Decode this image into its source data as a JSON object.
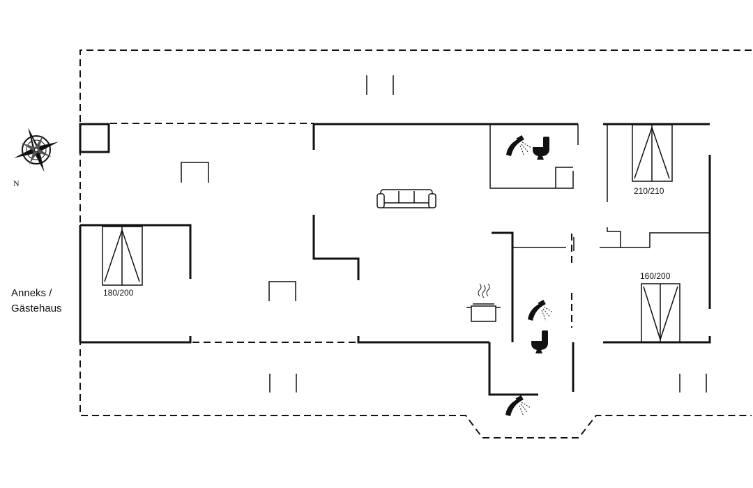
{
  "plan": {
    "annex_label_line1": "Anneks /",
    "annex_label_line2": "Gästehaus",
    "compass_label": "N",
    "beds": [
      {
        "label": "180/200"
      },
      {
        "label": "210/210"
      },
      {
        "label": "160/200"
      }
    ]
  },
  "icons": [
    "compass-rose-icon",
    "sofa-icon",
    "cooking-pot-icon",
    "shower-icon",
    "toilet-icon",
    "bed-icon"
  ],
  "colors": {
    "wall": "#111111",
    "background": "#ffffff"
  }
}
